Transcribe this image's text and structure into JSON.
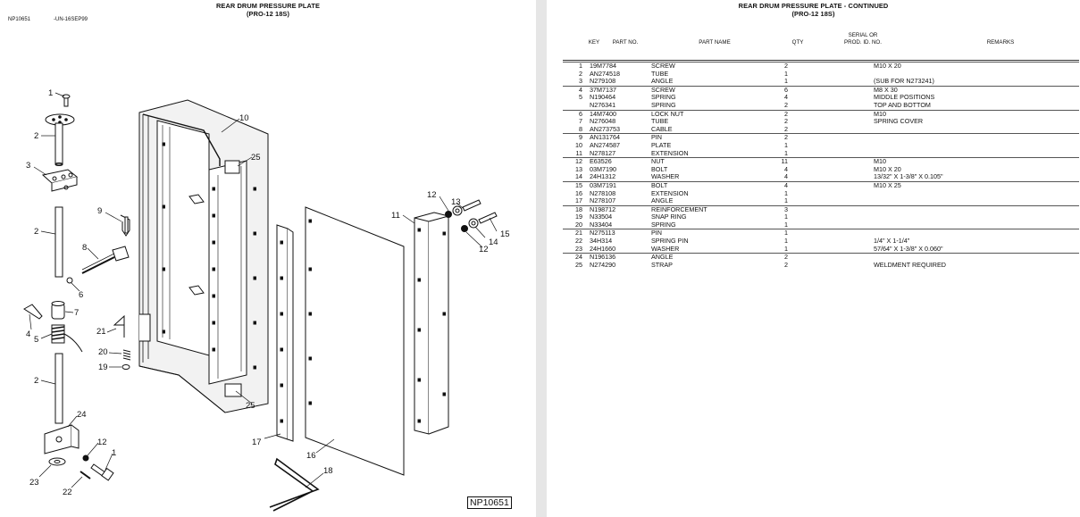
{
  "left_page": {
    "title": "REAR DRUM PRESSURE PLATE",
    "subtitle": "(PRO-12 18S)",
    "doc_code": "NP10651",
    "doc_date": "-UN-16SEP99",
    "figure_label": "NP10651",
    "callouts": [
      "1",
      "2",
      "3",
      "2",
      "9",
      "8",
      "6",
      "7",
      "4",
      "5",
      "21",
      "20",
      "19",
      "2",
      "24",
      "12",
      "1",
      "23",
      "22",
      "10",
      "25",
      "25",
      "17",
      "16",
      "18",
      "11",
      "12",
      "13",
      "12",
      "14",
      "15"
    ]
  },
  "right_page": {
    "title": "REAR DRUM PRESSURE PLATE - CONTINUED",
    "subtitle": "(PRO-12 18S)",
    "columns": {
      "key": "KEY",
      "part_no": "PART NO.",
      "part_name": "PART NAME",
      "qty": "QTY",
      "serial_1": "SERIAL OR",
      "serial_2": "PROD. ID. NO.",
      "remarks": "REMARKS"
    },
    "parts": [
      {
        "key": "1",
        "part_no": "19M7784",
        "name": "SCREW",
        "qty": "2",
        "remarks": "M10 X 20",
        "ruled": true
      },
      {
        "key": "2",
        "part_no": "AN274518",
        "name": "TUBE",
        "qty": "1",
        "remarks": "",
        "ruled": false
      },
      {
        "key": "3",
        "part_no": "N279108",
        "name": "ANGLE",
        "qty": "1",
        "remarks": "(SUB FOR N273241)",
        "ruled": false
      },
      {
        "key": "4",
        "part_no": "37M7137",
        "name": "SCREW",
        "qty": "6",
        "remarks": "M8 X 30",
        "ruled": true
      },
      {
        "key": "5",
        "part_no": "N190464",
        "name": "SPRING",
        "qty": "4",
        "remarks": "MIDDLE POSITIONS",
        "ruled": false
      },
      {
        "key": "",
        "part_no": "N276341",
        "name": "SPRING",
        "qty": "2",
        "remarks": "TOP AND BOTTOM",
        "ruled": false
      },
      {
        "key": "6",
        "part_no": "14M7400",
        "name": "LOCK NUT",
        "qty": "2",
        "remarks": "M10",
        "ruled": true
      },
      {
        "key": "7",
        "part_no": "N276048",
        "name": "TUBE",
        "qty": "2",
        "remarks": "SPRING COVER",
        "ruled": false
      },
      {
        "key": "8",
        "part_no": "AN273753",
        "name": "CABLE",
        "qty": "2",
        "remarks": "",
        "ruled": false
      },
      {
        "key": "9",
        "part_no": "AN131764",
        "name": "PIN",
        "qty": "2",
        "remarks": "",
        "ruled": true
      },
      {
        "key": "10",
        "part_no": "AN274587",
        "name": "PLATE",
        "qty": "1",
        "remarks": "",
        "ruled": false
      },
      {
        "key": "11",
        "part_no": "N278127",
        "name": "EXTENSION",
        "qty": "1",
        "remarks": "",
        "ruled": false
      },
      {
        "key": "12",
        "part_no": "E63526",
        "name": "NUT",
        "qty": "11",
        "remarks": "M10",
        "ruled": true
      },
      {
        "key": "13",
        "part_no": "03M7190",
        "name": "BOLT",
        "qty": "4",
        "remarks": "M10 X 20",
        "ruled": false
      },
      {
        "key": "14",
        "part_no": "24H1312",
        "name": "WASHER",
        "qty": "4",
        "remarks": "13/32\" X 1-3/8\" X 0.105\"",
        "ruled": false
      },
      {
        "key": "15",
        "part_no": "03M7191",
        "name": "BOLT",
        "qty": "4",
        "remarks": "M10 X 25",
        "ruled": true
      },
      {
        "key": "16",
        "part_no": "N278108",
        "name": "EXTENSION",
        "qty": "1",
        "remarks": "",
        "ruled": false
      },
      {
        "key": "17",
        "part_no": "N278107",
        "name": "ANGLE",
        "qty": "1",
        "remarks": "",
        "ruled": false
      },
      {
        "key": "18",
        "part_no": "N198712",
        "name": "REINFORCEMENT",
        "qty": "3",
        "remarks": "",
        "ruled": true
      },
      {
        "key": "19",
        "part_no": "N33504",
        "name": "SNAP RING",
        "qty": "1",
        "remarks": "",
        "ruled": false
      },
      {
        "key": "20",
        "part_no": "N33404",
        "name": "SPRING",
        "qty": "1",
        "remarks": "",
        "ruled": false
      },
      {
        "key": "21",
        "part_no": "N275113",
        "name": "PIN",
        "qty": "1",
        "remarks": "",
        "ruled": true
      },
      {
        "key": "22",
        "part_no": "34H314",
        "name": "SPRING PIN",
        "qty": "1",
        "remarks": "1/4\" X 1-1/4\"",
        "ruled": false
      },
      {
        "key": "23",
        "part_no": "24H1660",
        "name": "WASHER",
        "qty": "1",
        "remarks": "57/64\" X 1-3/8\" X 0.060\"",
        "ruled": false
      },
      {
        "key": "24",
        "part_no": "N196136",
        "name": "ANGLE",
        "qty": "2",
        "remarks": "",
        "ruled": true
      },
      {
        "key": "25",
        "part_no": "N274290",
        "name": "STRAP",
        "qty": "2",
        "remarks": "WELDMENT REQUIRED",
        "ruled": false
      }
    ]
  }
}
